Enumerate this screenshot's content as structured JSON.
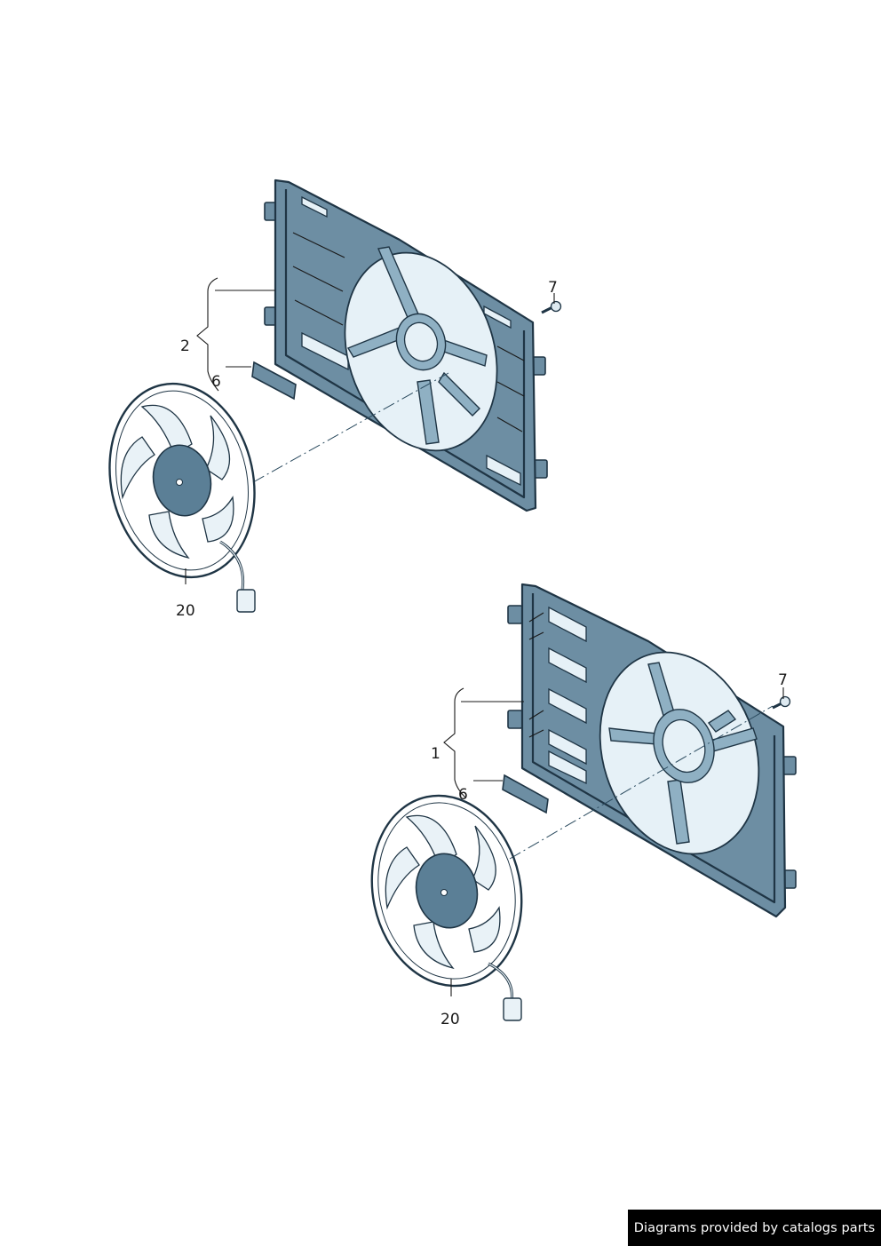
{
  "diagram": {
    "assembly_upper": {
      "callouts": {
        "shroud": "2",
        "seal": "6",
        "bolt": "7",
        "fan": "20"
      }
    },
    "assembly_lower": {
      "callouts": {
        "shroud": "1",
        "seal": "6",
        "bolt": "7",
        "fan": "20"
      }
    },
    "colors": {
      "shroud": "#6d8ea3",
      "outline": "#1f3545",
      "blade": "#e9f2f7"
    }
  },
  "watermark": {
    "text": "Diagrams provided by catalogs parts"
  }
}
